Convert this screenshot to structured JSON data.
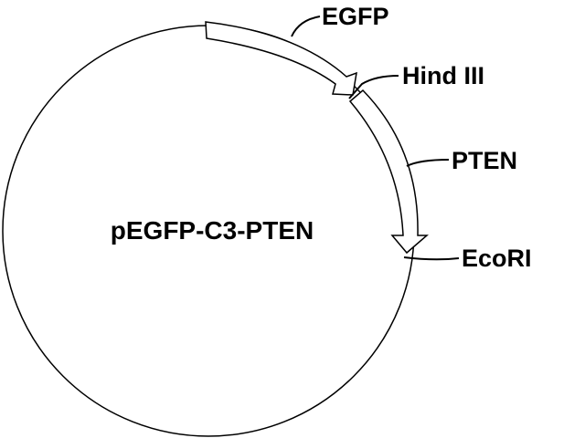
{
  "diagram": {
    "plasmid_name": "pEGFP-C3-PTEN",
    "features": [
      {
        "id": "egfp",
        "label": "EGFP",
        "type": "gene"
      },
      {
        "id": "pten",
        "label": "PTEN",
        "type": "gene"
      }
    ],
    "sites": [
      {
        "id": "hindiii",
        "label": "Hind III",
        "type": "restriction-site"
      },
      {
        "id": "ecori",
        "label": "EcoRI",
        "type": "restriction-site"
      }
    ]
  }
}
